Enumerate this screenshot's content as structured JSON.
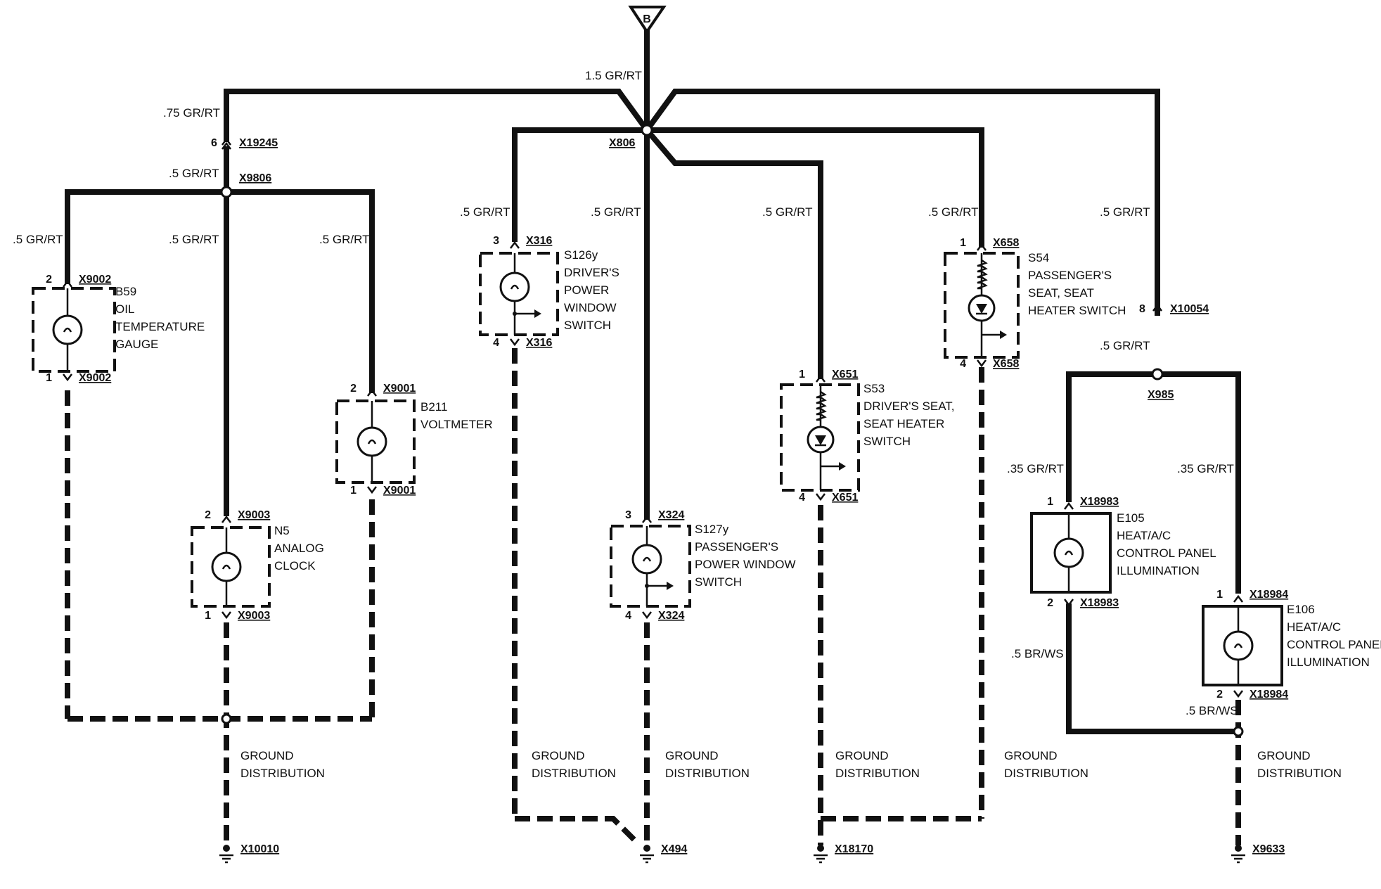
{
  "source": {
    "label": "B"
  },
  "wires": {
    "main": "1.5 GR/RT",
    "w075": ".75 GR/RT",
    "w05": ".5 GR/RT",
    "w035": ".35 GR/RT",
    "ground_bws": ".5 BR/WS"
  },
  "splices": {
    "x806": "X806",
    "x9806": "X9806",
    "x985": "X985"
  },
  "connectors": {
    "x19245": {
      "pin": "6",
      "id": "X19245"
    },
    "x10054": {
      "pin": "8",
      "id": "X10054"
    }
  },
  "components": {
    "b59": {
      "pin_top": "2",
      "conn_top": "X9002",
      "pin_bot": "1",
      "conn_bot": "X9002",
      "lines": [
        "B59",
        "OIL",
        "TEMPERATURE",
        "GAUGE"
      ]
    },
    "n5": {
      "pin_top": "2",
      "conn_top": "X9003",
      "pin_bot": "1",
      "conn_bot": "X9003",
      "lines": [
        "N5",
        "ANALOG",
        "CLOCK"
      ]
    },
    "b211": {
      "pin_top": "2",
      "conn_top": "X9001",
      "pin_bot": "1",
      "conn_bot": "X9001",
      "lines": [
        "B211",
        "VOLTMETER"
      ]
    },
    "s126y": {
      "pin_top": "3",
      "conn_top": "X316",
      "pin_bot": "4",
      "conn_bot": "X316",
      "lines": [
        "S126y",
        "DRIVER'S",
        "POWER",
        "WINDOW",
        "SWITCH"
      ]
    },
    "s127y": {
      "pin_top": "3",
      "conn_top": "X324",
      "pin_bot": "4",
      "conn_bot": "X324",
      "lines": [
        "S127y",
        "PASSENGER'S",
        "POWER WINDOW",
        "SWITCH"
      ]
    },
    "s53": {
      "pin_top": "1",
      "conn_top": "X651",
      "pin_bot": "4",
      "conn_bot": "X651",
      "lines": [
        "S53",
        "DRIVER'S SEAT,",
        "SEAT HEATER",
        "SWITCH"
      ]
    },
    "s54": {
      "pin_top": "1",
      "conn_top": "X658",
      "pin_bot": "4",
      "conn_bot": "X658",
      "lines": [
        "S54",
        "PASSENGER'S",
        "SEAT, SEAT",
        "HEATER SWITCH"
      ]
    },
    "e105": {
      "pin_top": "1",
      "conn_top": "X18983",
      "pin_bot": "2",
      "conn_bot": "X18983",
      "lines": [
        "E105",
        "HEAT/A/C",
        "CONTROL PANEL",
        "ILLUMINATION"
      ]
    },
    "e106": {
      "pin_top": "1",
      "conn_top": "X18984",
      "pin_bot": "2",
      "conn_bot": "X18984",
      "lines": [
        "E106",
        "HEAT/A/C",
        "CONTROL PANEL",
        "ILLUMINATION"
      ]
    }
  },
  "ground": {
    "label_line1": "GROUND",
    "label_line2": "DISTRIBUTION",
    "points": [
      "X10010",
      "X494",
      "X18170",
      "X9633"
    ]
  }
}
